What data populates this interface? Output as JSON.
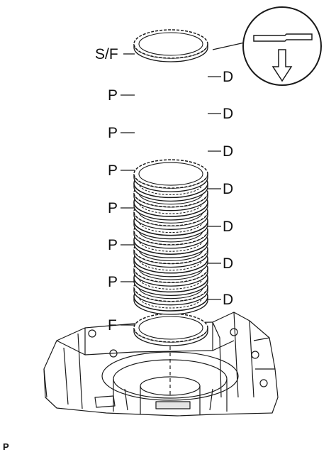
{
  "figure": {
    "labels": {
      "sf": "S/F",
      "p": "P",
      "d": "D",
      "f": "F"
    },
    "corner_code": "P",
    "colors": {
      "ink": "#1a1a1a",
      "paper": "#ffffff",
      "shade": "#e4e4e4"
    },
    "icons": [
      "direction-arrow-icon",
      "plate-cross-section-icon"
    ]
  }
}
